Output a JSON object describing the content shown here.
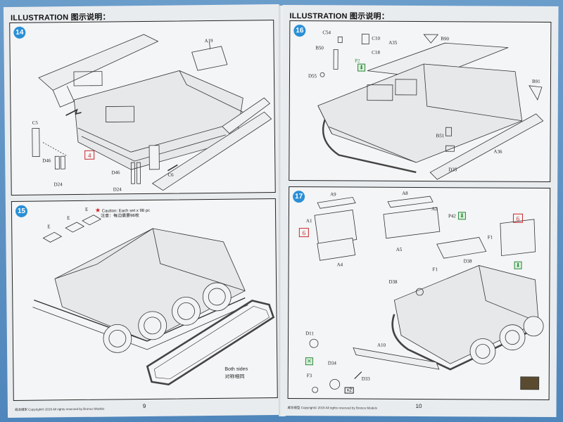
{
  "pages": {
    "left": {
      "header": "ILLUSTRATION 图示说明：",
      "page_number": "9",
      "footer": "威龙模型  Copyright© 2016  All rights reserved by Bronco Models"
    },
    "right": {
      "header": "ILLUSTRATION 图示说明：",
      "page_number": "10",
      "footer": "威龙模型  Copyright© 2016  All rights reserved by Bronco Models"
    }
  },
  "steps": {
    "s14": {
      "number": "14",
      "labels": {
        "a19": "A19",
        "c5": "C5",
        "d46a": "D46",
        "d24a": "D24",
        "d46b": "D46",
        "d24b": "D24",
        "c6": "C6"
      },
      "red_box": "4"
    },
    "s15": {
      "number": "15",
      "labels": {
        "e1": "E",
        "e2": "E",
        "e3": "E"
      },
      "caution_en": "Caution: Each set x 98 pc",
      "caution_cn": "注意：每边需要98枚",
      "both_sides_en": "Both sides",
      "both_sides_cn": "对称相同"
    },
    "s16": {
      "number": "16",
      "labels": {
        "c54": "C54",
        "c10": "C10",
        "a35": "A35",
        "b90": "B90",
        "b50": "B50",
        "c18": "C18",
        "p2": "P2",
        "d55": "D55",
        "b91": "B91",
        "b51": "B51",
        "a36": "A36",
        "d35": "D35"
      }
    },
    "s17": {
      "number": "17",
      "labels": {
        "a9": "A9",
        "a8": "A8",
        "a1": "A1",
        "a2": "A2",
        "p42": "P42",
        "a4": "A4",
        "a5": "A5",
        "f1a": "F1",
        "f1b": "F1",
        "d38a": "D38",
        "d38b": "D38",
        "a10": "A10",
        "d11": "D11",
        "d34": "D34",
        "f3": "F3",
        "d33": "D33"
      },
      "red_box_a": "6",
      "red_box_b": "6",
      "multiplier": "x2"
    }
  },
  "colors": {
    "step_badge": "#2a8fd6",
    "reference_box": "#c8282a",
    "paint_icon": "#2c8a3a"
  }
}
